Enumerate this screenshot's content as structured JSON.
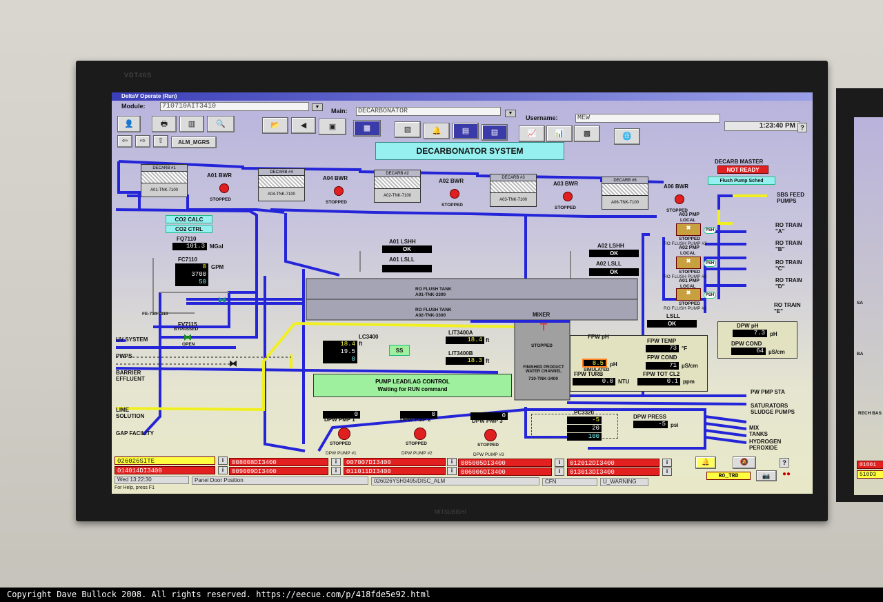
{
  "window": {
    "title": "DeltaV Operate (Run)"
  },
  "header": {
    "module_label": "Module:",
    "module_value": "710710AIT3410",
    "main_label": "Main:",
    "main_value": "DECARBONATOR",
    "username_label": "Username:",
    "username_value": "MEW",
    "time": "1:23:40 PM",
    "help": "?",
    "alm_mgrs": "ALM_MGRS"
  },
  "system_title": "DECARBONATOR SYSTEM",
  "decarb_tanks": [
    {
      "name": "DECARB #1",
      "tag": "A01-TNK-7100",
      "pump": "A01 BWR",
      "state": "STOPPED"
    },
    {
      "name": "DECARB #4",
      "tag": "A04-TNK-7100",
      "pump": "A04 BWR",
      "state": "STOPPED"
    },
    {
      "name": "DECARB #2",
      "tag": "A02-TNK-7100",
      "pump": "A02 BWR",
      "state": "STOPPED"
    },
    {
      "name": "DECARB #3",
      "tag": "A03-TNK-7100",
      "pump": "A03 BWR",
      "state": "STOPPED"
    },
    {
      "name": "DECARB #6",
      "tag": "A06-TNK-7100",
      "pump": "A06 BWR",
      "state": "STOPPED"
    }
  ],
  "decarb_master": {
    "label": "DECARB MASTER",
    "status": "NOT READY",
    "flush_sched": "Flush Pump Sched"
  },
  "co2": {
    "calc": "CO2 CALC",
    "ctrl": "CO2 CTRL"
  },
  "fq7110": {
    "label": "FQ7110",
    "value": "101.3",
    "unit": "MGal"
  },
  "fc7110": {
    "label": "FC7110",
    "v1": "0",
    "unit": "GPM",
    "v2": "3700",
    "v3": "50"
  },
  "fe": {
    "label": "FE-710-7110"
  },
  "fv7115": {
    "label": "FV7115",
    "state": "BYPASSED",
    "pos": "OPEN"
  },
  "flush_tank": {
    "a01_lshh": "A01 LSHH",
    "a01_lshh_val": "OK",
    "a01_lsll": "A01 LSLL",
    "a01_lsll_val": "",
    "a02_lshh": "A02 LSHH",
    "a02_lshh_val": "OK",
    "a02_lsll": "A02 LSLL",
    "a02_lsll_val": "OK",
    "tank1": "RO FLUSH TANK",
    "tank1_tag": "A01-TNK-3300",
    "tank2": "RO FLUSH TANK",
    "tank2_tag": "A02-TNK-3300"
  },
  "mixer": {
    "label": "MIXER",
    "state": "STOPPED",
    "lsll": "LSLL",
    "lsll_val": "OK",
    "channel": "FINISHED PRODUCT WATER CHANNEL",
    "channel_tag": "710-TNK-3400"
  },
  "lc3400": {
    "label": "LC3400",
    "v1": "18.4",
    "unit": "ft",
    "v2": "19.5",
    "v3": "0",
    "ss": "SS"
  },
  "lit3400a": {
    "label": "LIT3400A",
    "value": "18.4",
    "unit": "ft"
  },
  "lit3400b": {
    "label": "LIT3400B",
    "value": "18.3",
    "unit": "ft"
  },
  "lead_lag": {
    "title": "PUMP LEAD/LAG CONTROL",
    "msg": "Waiting for RUN command"
  },
  "fpw": {
    "ph_label": "FPW pH",
    "ph_value": "8.5",
    "ph_unit": "pH",
    "simulated": "SIMULATED",
    "temp_label": "FPW TEMP",
    "temp_value": "73",
    "temp_unit": "°F",
    "cond_label": "FPW COND",
    "cond_value": "71",
    "cond_unit": "µS/cm",
    "turb_label": "FPW TURB",
    "turb_value": "0.0",
    "turb_unit": "NTU",
    "cl2_label": "FPW TOT CL2",
    "cl2_value": "0.1",
    "cl2_unit": "ppm"
  },
  "dpw": {
    "ph_label": "DPW pH",
    "ph_value": "7.3",
    "ph_unit": "pH",
    "cond_label": "DPW COND",
    "cond_value": "64",
    "cond_unit": "µS/cm",
    "press_label": "DPW PRESS",
    "press_value": "-5",
    "press_unit": "psi"
  },
  "pc3320": {
    "label": "PC3320",
    "v1": "-5",
    "v2": "20",
    "v3": "100"
  },
  "dpw_pumps": [
    {
      "name": "DPW PMP 1",
      "value": "0",
      "state": "STOPPED",
      "tag": "DPW PUMP #1"
    },
    {
      "name": "DPW PMP 2",
      "value": "0",
      "state": "STOPPED",
      "tag": "DPW PUMP #2"
    },
    {
      "name": "DPW PMP 3",
      "value": "0",
      "state": "STOPPED",
      "tag": "DPW PUMP #3"
    }
  ],
  "ro_pumps": [
    {
      "name": "A03 PMP",
      "mode": "LOCAL",
      "state": "STOPPED",
      "tag": "RO FLUSH PUMP #3"
    },
    {
      "name": "A02 PMP",
      "mode": "LOCAL",
      "state": "STOPPED",
      "tag": "RO FLUSH PUMP #2"
    },
    {
      "name": "A01 PMP",
      "mode": "LOCAL",
      "state": "STOPPED",
      "tag": "RO FLUSH PUMP #1"
    }
  ],
  "psh": "PSH",
  "right_labels": {
    "sbs": "SBS FEED PUMPS",
    "ro_a": "RO TRAIN \"A\"",
    "ro_b": "RO TRAIN \"B\"",
    "ro_c": "RO TRAIN \"C\"",
    "ro_d": "RO TRAIN \"D\"",
    "ro_e": "RO TRAIN \"E\"",
    "pw": "PW PMP STA",
    "sat": "SATURATORS SLUDGE PUMPS",
    "mix": "MIX TANKS",
    "h2o2": "HYDROGEN PEROXIDE"
  },
  "left_labels": {
    "uv": "UV SYSTEM",
    "pwps": "PWPS",
    "barrier": "BARRIER EFFLUENT",
    "lime": "LIME SOLUTION",
    "gap": "GAP FACILITY"
  },
  "alarms": [
    {
      "text": "026026SITE",
      "color": "yellow"
    },
    {
      "text": "008008DI3400",
      "color": "red"
    },
    {
      "text": "007007DI3400",
      "color": "red"
    },
    {
      "text": "005005DI3400",
      "color": "red"
    },
    {
      "text": "012012DI3400",
      "color": "red"
    },
    {
      "text": "014014DI3400",
      "color": "red"
    },
    {
      "text": "009009DI3400",
      "color": "red"
    },
    {
      "text": "011011DI3400",
      "color": "red"
    },
    {
      "text": "006006DI3400",
      "color": "red"
    },
    {
      "text": "013013DI3400",
      "color": "red"
    }
  ],
  "statusbar": {
    "date": "Wed 13:22:30",
    "desc": "Panel Door Position",
    "tag": "026026YSH3495/DISC_ALM",
    "cfn": "CFN",
    "warn": "U_WARNING",
    "help": "For Help, press F1",
    "ro_trd": "RO_TRD"
  },
  "monitor": {
    "brand": "VDT46S",
    "maker": "MITSUBISHI"
  },
  "side_screen": {
    "items": [
      "SA",
      "BA",
      "RECH BAS",
      "01001",
      "510D3"
    ]
  },
  "copyright": "Copyright Dave Bullock 2008. All rights reserved. https://eecue.com/p/418fde5e92.html",
  "colors": {
    "pipe_blue": "#2424d8",
    "pipe_yellow": "#f0f020",
    "alarm_red": "#e22020",
    "panel_cyan": "#97f0f0"
  }
}
